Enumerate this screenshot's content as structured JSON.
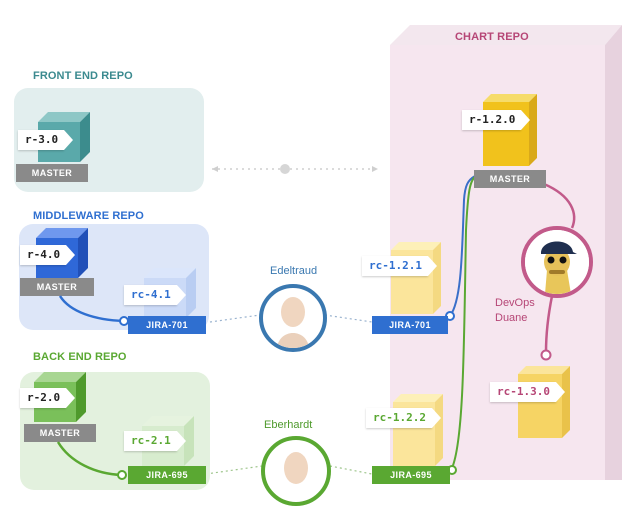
{
  "chart_repo": {
    "title": "CHART REPO"
  },
  "front_end": {
    "title": "FRONT END REPO",
    "master_tag": "r-3.0",
    "master_label": "MASTER"
  },
  "middleware": {
    "title": "MIDDLEWARE REPO",
    "master_tag": "r-4.0",
    "master_label": "MASTER",
    "rc_tag": "rc-4.1",
    "branch_label": "JIRA-701"
  },
  "back_end": {
    "title": "BACK END REPO",
    "master_tag": "r-2.0",
    "master_label": "MASTER",
    "rc_tag": "rc-2.1",
    "branch_label": "JIRA-695"
  },
  "chart": {
    "master_tag": "r-1.2.0",
    "master_label": "MASTER",
    "rc_tag_1": "rc-1.2.1",
    "branch_label_1": "JIRA-701",
    "rc_tag_2": "rc-1.2.2",
    "branch_label_2": "JIRA-695",
    "rc_tag_3": "rc-1.3.0"
  },
  "people": {
    "person_1": "Edeltraud",
    "person_2": "Eberhardt",
    "person_3_line1": "DevOps",
    "person_3_line2": "Duane"
  },
  "colors": {
    "front_end": "#3b8a8f",
    "middleware": "#2f6fd0",
    "back_end": "#5aa832",
    "chart": "#b64676",
    "master_bar": "#8a8a8a"
  }
}
